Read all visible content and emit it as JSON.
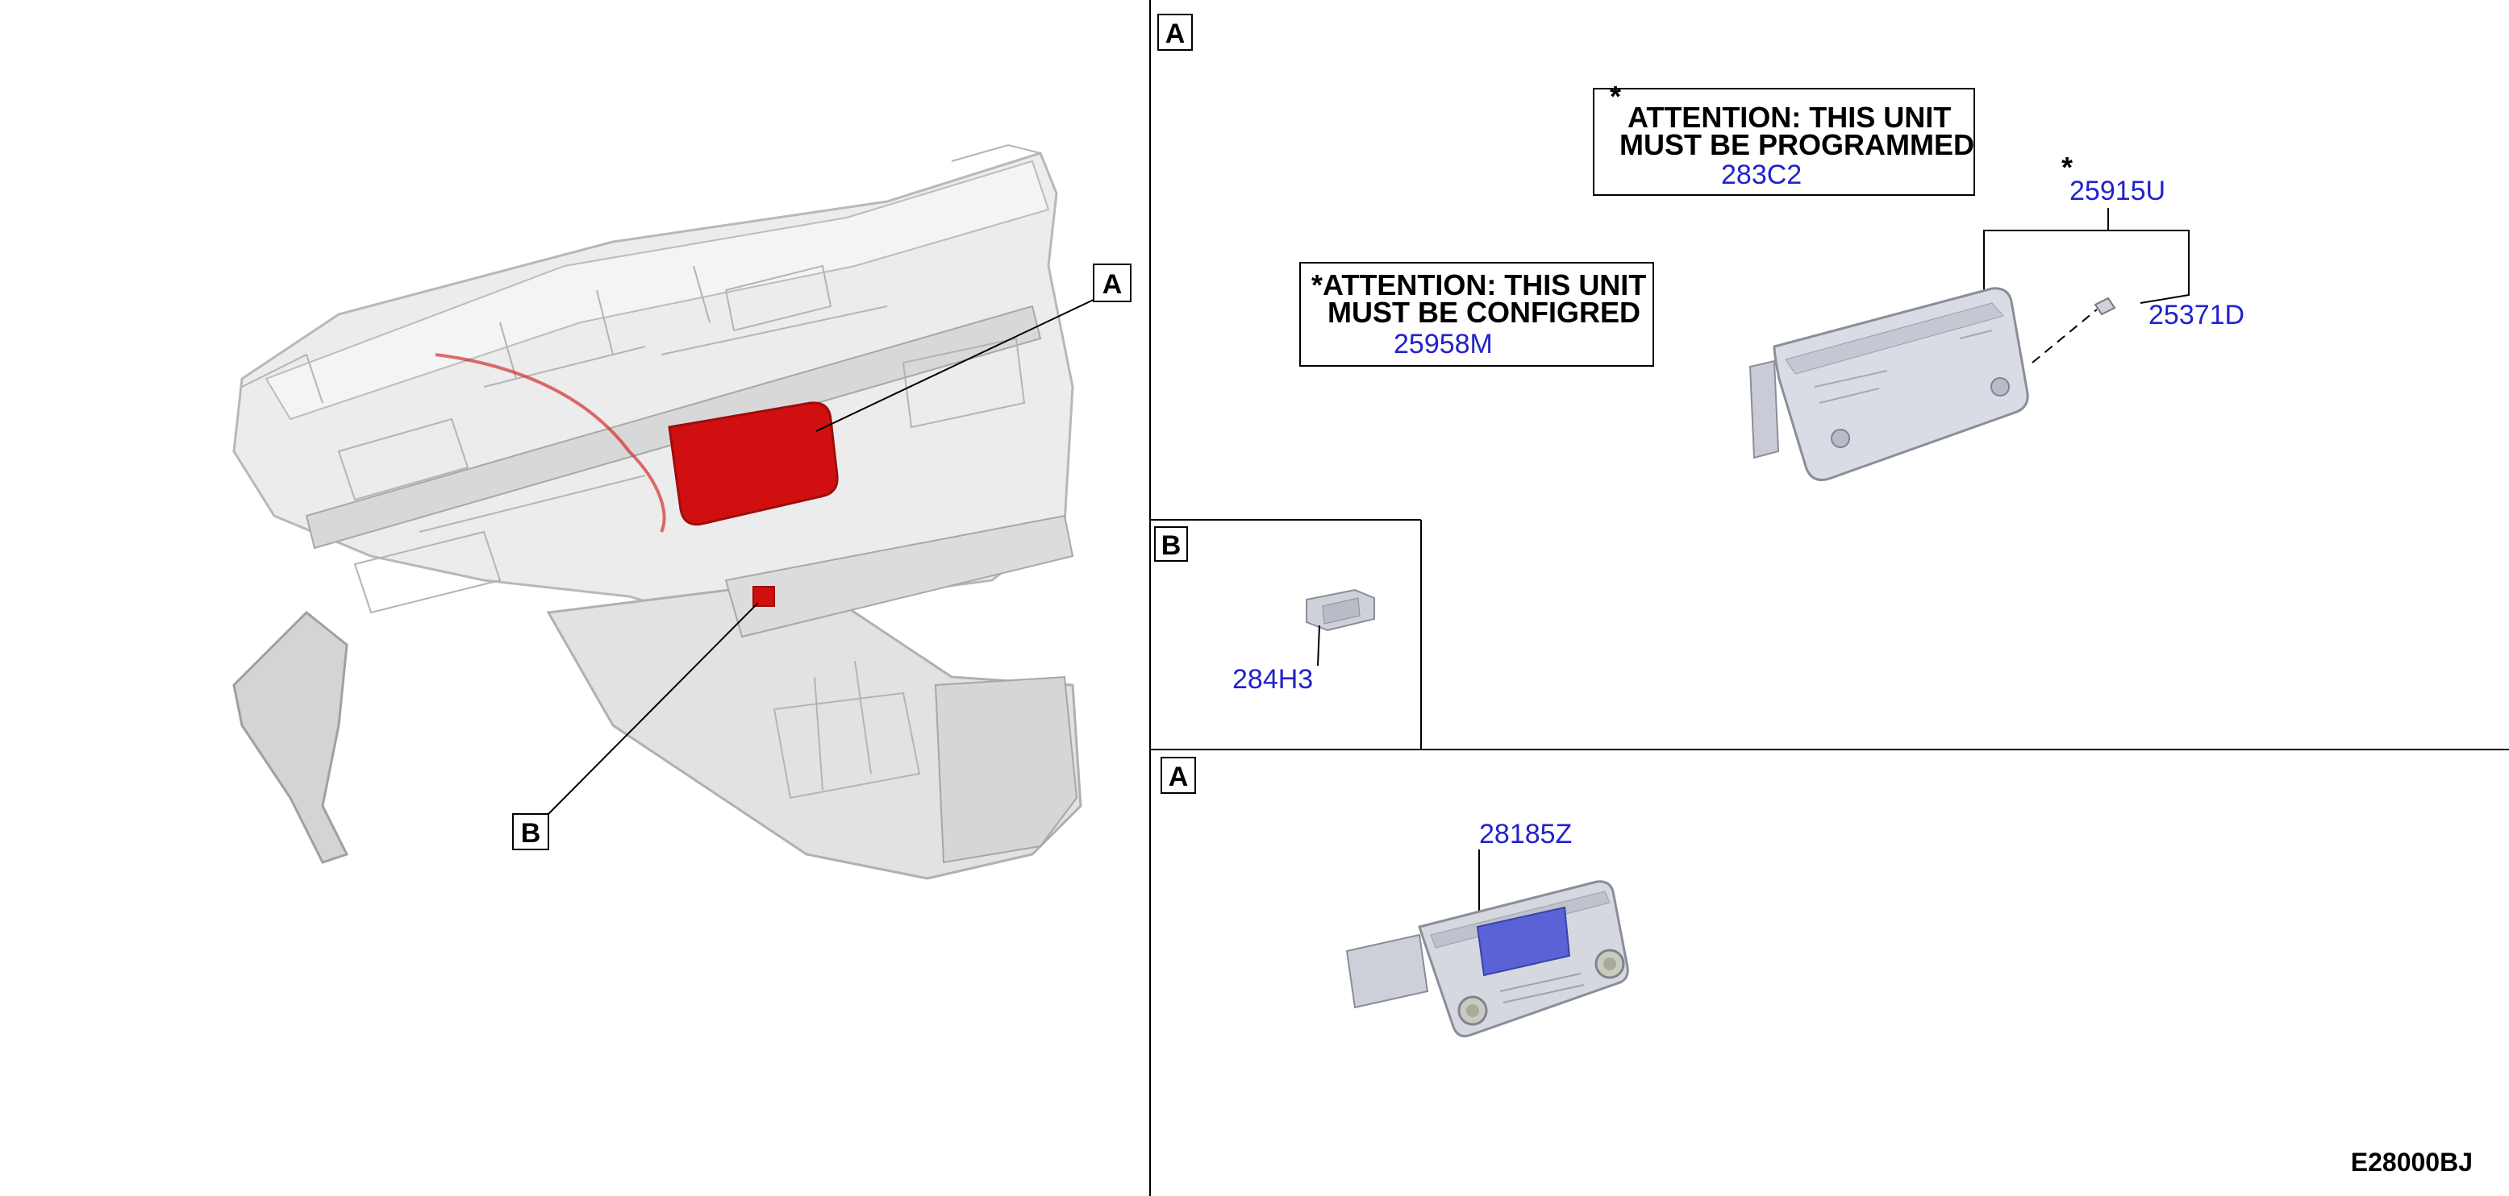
{
  "overview": {
    "callout_a": "A",
    "callout_b": "B"
  },
  "panel_a_top": {
    "label": "A",
    "note_programmed": {
      "asterisk": "*",
      "line1": "ATTENTION: THIS UNIT",
      "line2": "MUST BE PROGRAMMED",
      "part": "283C2"
    },
    "note_configured": {
      "line1": "*ATTENTION: THIS UNIT",
      "line2": "MUST BE CONFIGRED",
      "part": "25958M"
    },
    "unit_asterisk": "*",
    "unit_part": "25915U",
    "screw_part": "25371D"
  },
  "panel_b": {
    "label": "B",
    "part": "284H3"
  },
  "panel_a_bottom": {
    "label": "A",
    "part": "28185Z"
  },
  "drawing_code": "E28000BJ",
  "colors": {
    "highlight": "#d01010",
    "link": "#2222cc",
    "display": "#5a63d6"
  }
}
